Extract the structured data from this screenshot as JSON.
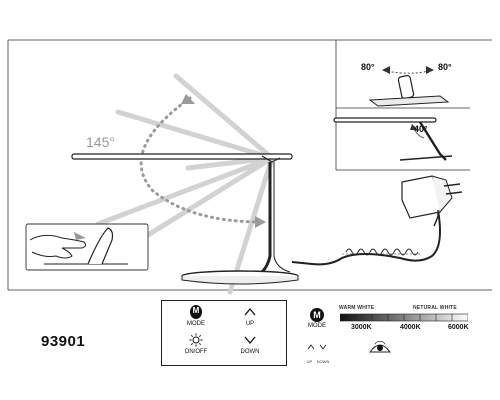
{
  "model_number": "93901",
  "tilt_angle_label": "145°",
  "swivel_left_label": "80°",
  "swivel_right_label": "80°",
  "head_tilt_label": "40°",
  "control_panel": {
    "mode_label": "MODE",
    "mode_badge": "M",
    "up_label": "UP",
    "onoff_label": "ON/OFF",
    "down_label": "DOWN"
  },
  "legend": {
    "mode_badge": "M",
    "mode_label": "MODE",
    "up_label": "UP",
    "down_label": "DOWN"
  },
  "color_temperature": {
    "warm_label": "WARM WHITE",
    "neutral_label": "NETURAL WHITE",
    "k_3000": "3000K",
    "k_4000": "4000K",
    "k_6000": "6000K"
  },
  "colors": {
    "line": "#222222",
    "faded_arm": "#cfcfcf",
    "arrow_gray": "#a0a0a0",
    "frame": "#333333"
  },
  "icons": [
    "sun-icon",
    "up-chevron-icon",
    "down-chevron-icon",
    "mode-badge-icon",
    "plug-adapter-icon",
    "hand-icon",
    "touch-dial-icon"
  ]
}
